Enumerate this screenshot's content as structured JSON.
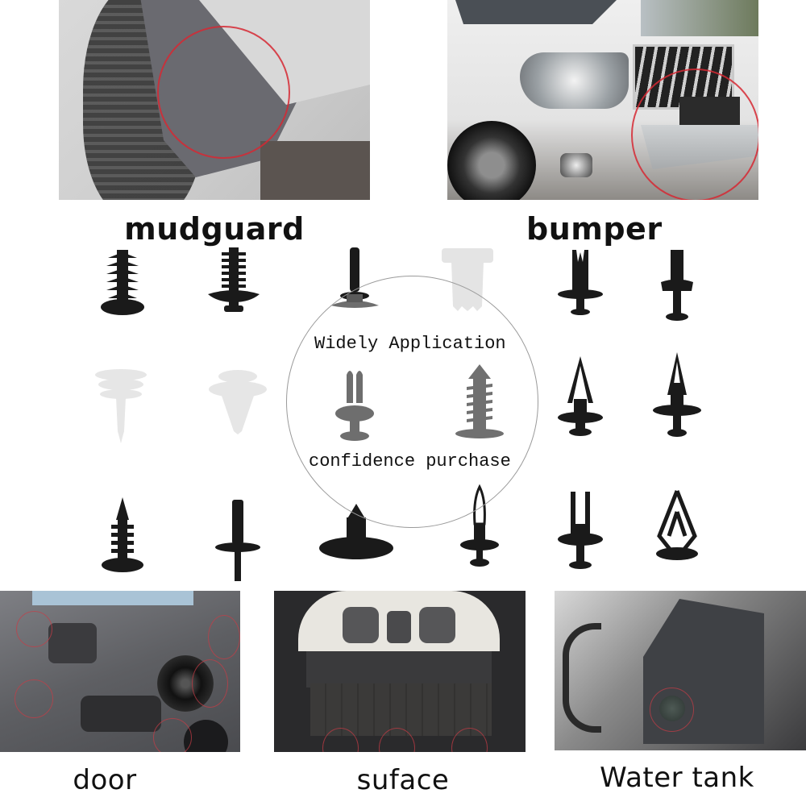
{
  "captions": {
    "mudguard": "mudguard",
    "bumper": "bumper",
    "door": "door",
    "surface": "suface",
    "water_tank": "Water tank"
  },
  "center": {
    "line1": "Widely Application",
    "line2": "confidence purchase"
  },
  "colors": {
    "highlight_circle": "#d62832",
    "clip_black": "#1a1a1a",
    "clip_gray": "#6e6e6e",
    "clip_white": "#e6e6e6",
    "background": "#ffffff"
  },
  "clips": {
    "row1": [
      "fir-tree-clip",
      "fir-tree-umbrella-clip",
      "push-rivet-clip",
      "white-panel-clip",
      "split-shank-clip",
      "split-shank-rivet"
    ],
    "row2": [
      "white-screw-clip",
      "white-trim-clip",
      "gray-push-rivet",
      "gray-fir-tree-clip",
      "arrow-clip",
      "arrow-clip-long"
    ],
    "row3": [
      "fir-tree-clip-small",
      "long-shank-rivet",
      "large-head-fir-clip",
      "loop-clip",
      "split-rivet",
      "expanding-clip"
    ]
  }
}
